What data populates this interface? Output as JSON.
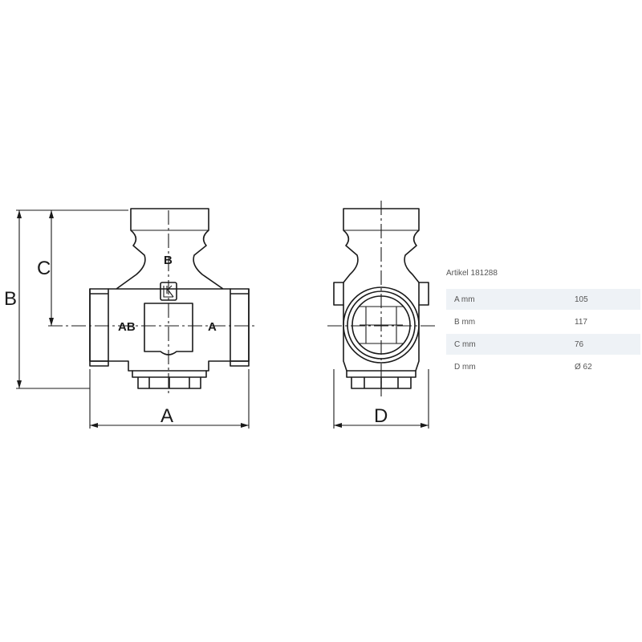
{
  "front_view": {
    "labels": {
      "dim_a": "A",
      "dim_b": "B",
      "dim_c": "C",
      "port_top": "B",
      "port_left": "AB",
      "port_right": "A"
    }
  },
  "side_view": {
    "labels": {
      "dim_d": "D"
    }
  },
  "spec": {
    "title": "Artikel 181288",
    "rows": [
      {
        "label": "A mm",
        "value": "105"
      },
      {
        "label": "B mm",
        "value": "117"
      },
      {
        "label": "C mm",
        "value": "76"
      },
      {
        "label": "D mm",
        "value": "Ø 62"
      }
    ]
  }
}
